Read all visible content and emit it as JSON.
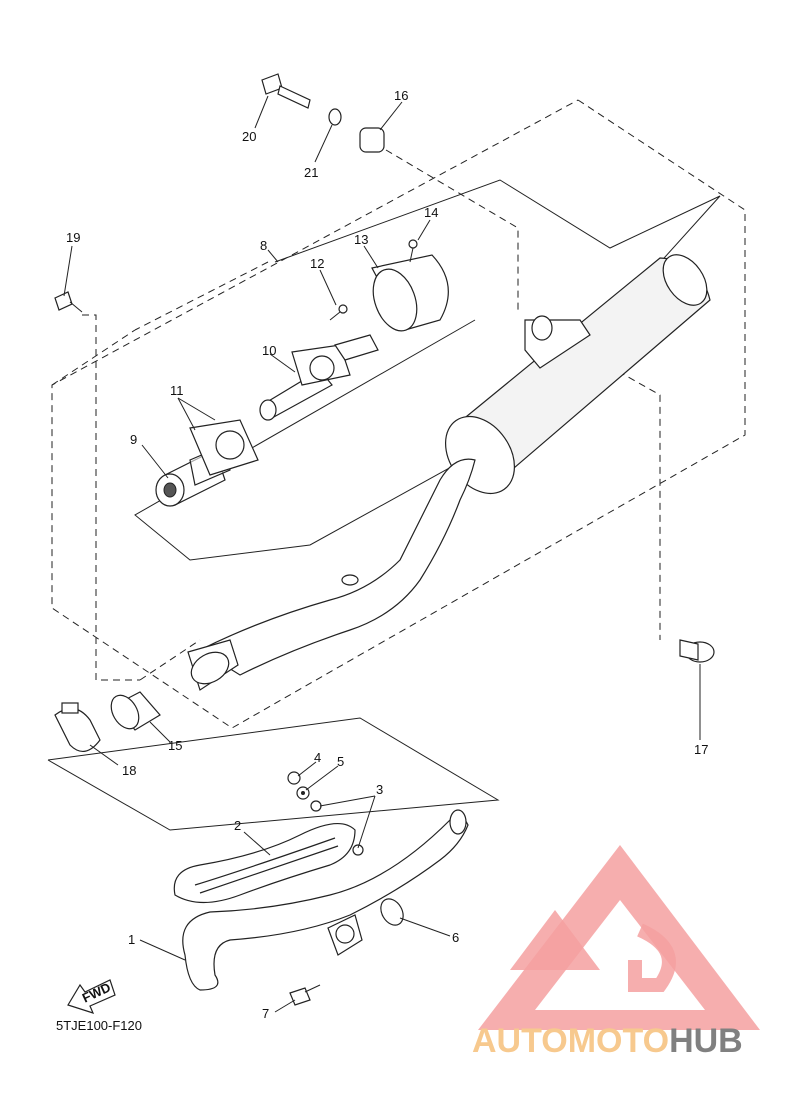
{
  "diagram_code": "5TJE100-F120",
  "fwd_label": "FWD",
  "watermark": {
    "part1": "AUTOMOTO",
    "part2": "HUB",
    "colors": {
      "logo": "#f08f8f",
      "text_light": "#f7c98e",
      "text_dark": "#808080"
    }
  },
  "callouts": [
    "1",
    "2",
    "3",
    "4",
    "5",
    "6",
    "7",
    "8",
    "9",
    "10",
    "11",
    "12",
    "13",
    "14",
    "15",
    "16",
    "17",
    "18",
    "19",
    "20",
    "21"
  ]
}
